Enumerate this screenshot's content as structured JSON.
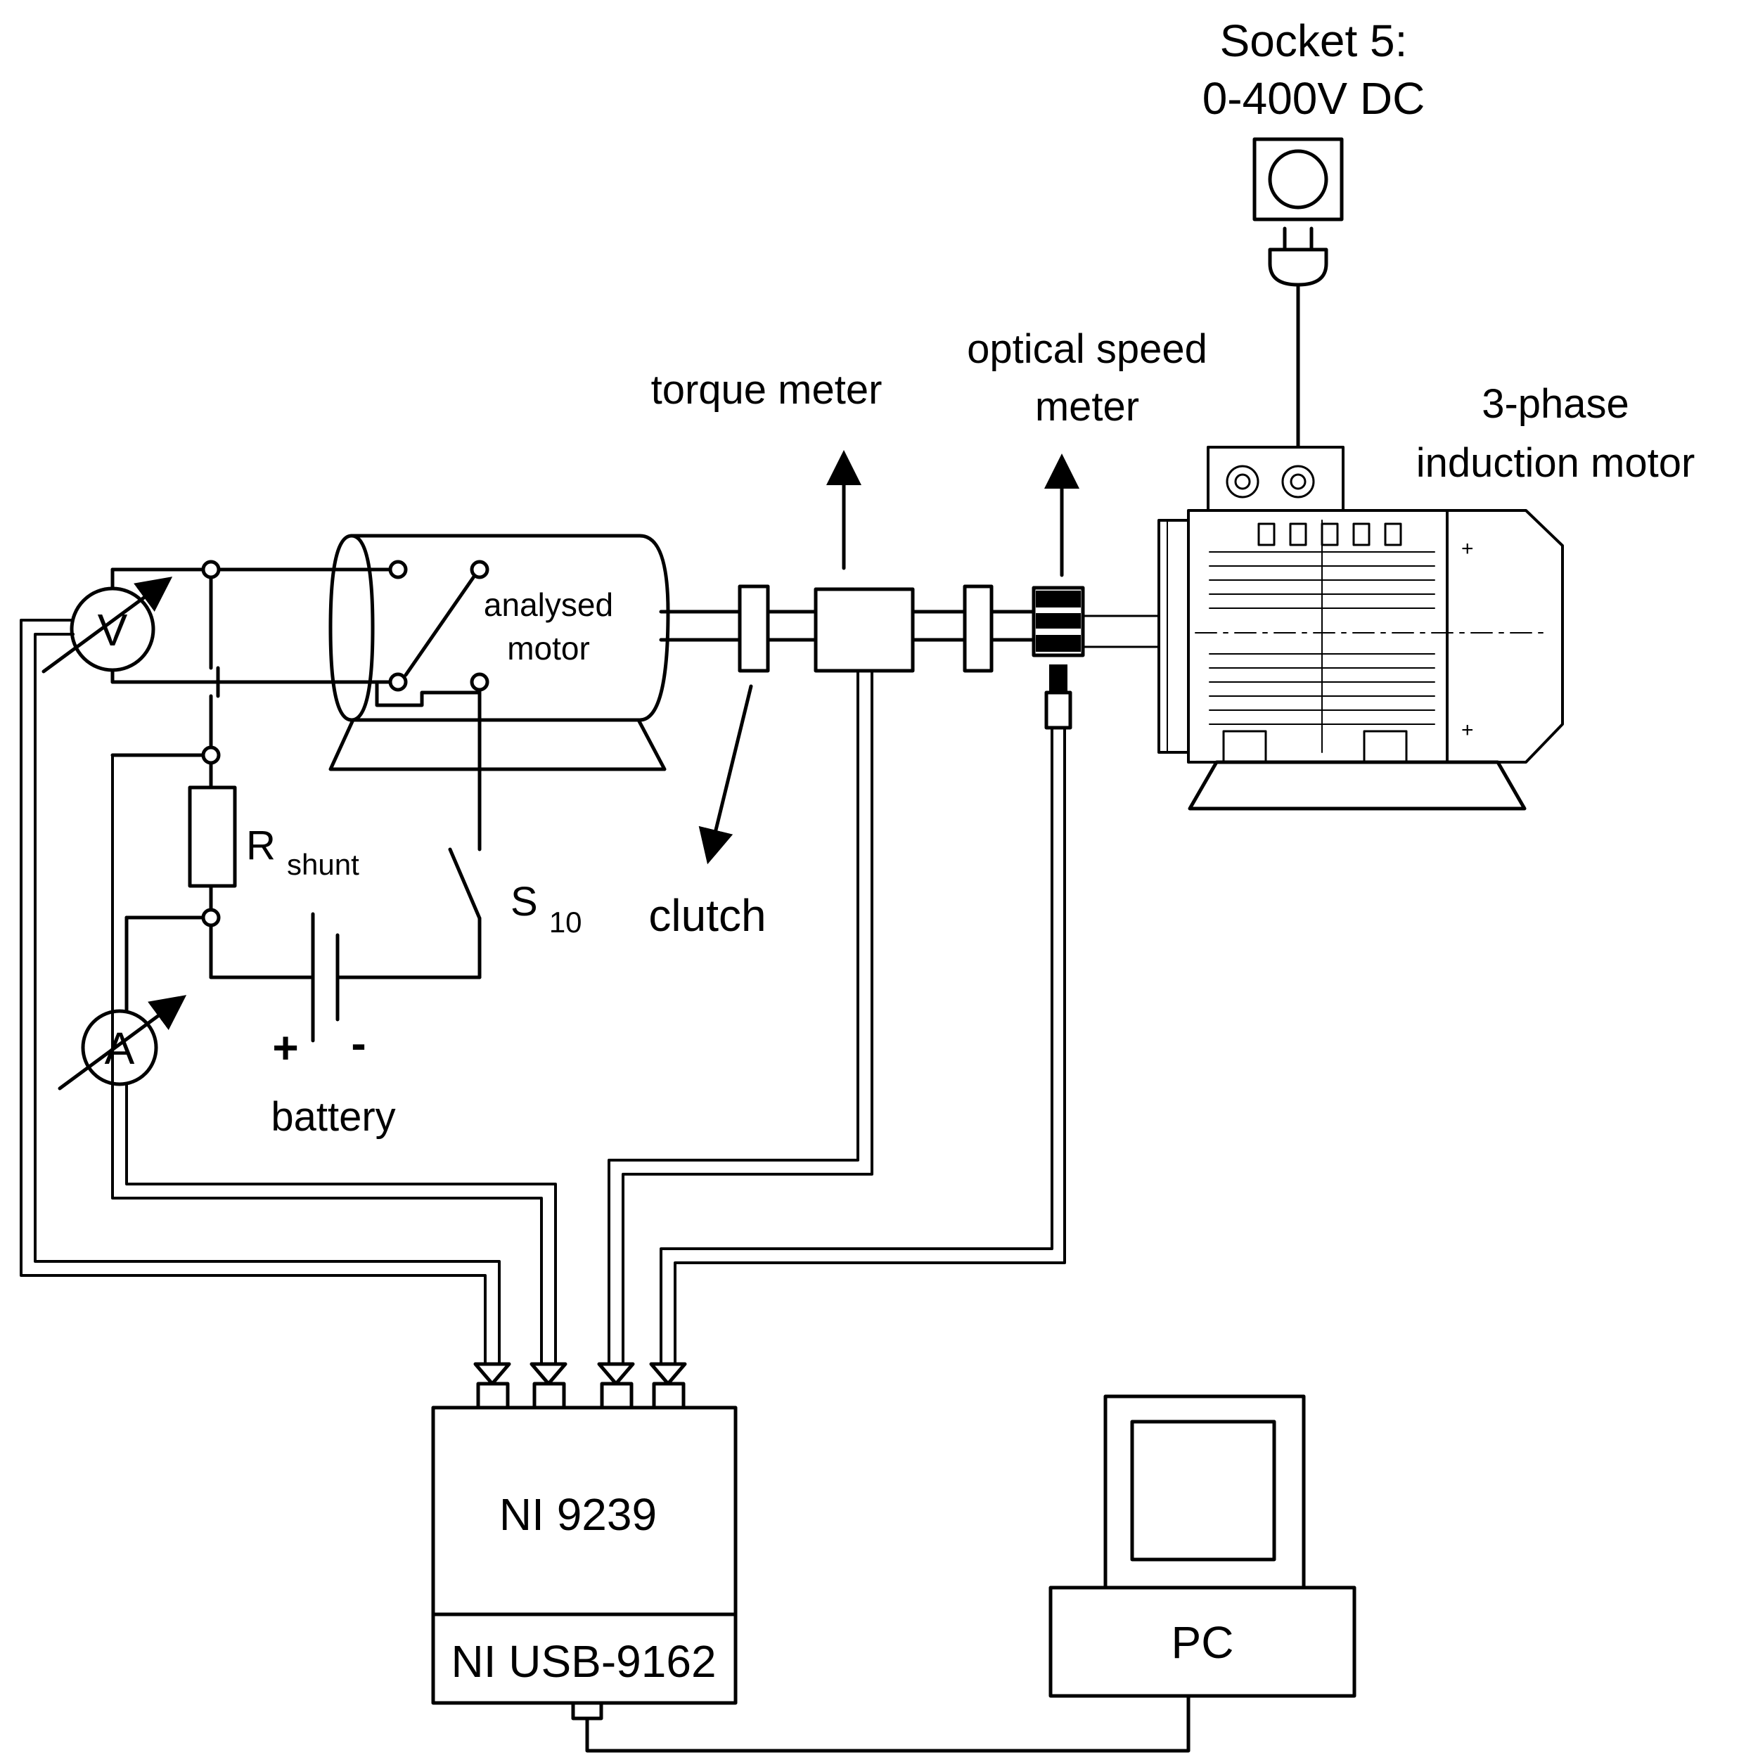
{
  "labels": {
    "socket_line1": "Socket 5:",
    "socket_line2": "0-400V DC",
    "torque_meter": "torque meter",
    "optical_speed_line1": "optical speed",
    "optical_speed_line2": "meter",
    "induction_line1": "3-phase",
    "induction_line2": "induction motor",
    "analysed_line1": "analysed",
    "analysed_line2": "motor",
    "voltmeter": "V",
    "ammeter": "A",
    "rshunt_main": "R",
    "rshunt_sub": "shunt",
    "switch_main": "S",
    "switch_sub": "10",
    "clutch": "clutch",
    "battery_plus": "+",
    "battery_minus": "-",
    "battery": "battery",
    "ni_9239": "NI 9239",
    "ni_usb": "NI USB-9162",
    "pc": "PC"
  }
}
